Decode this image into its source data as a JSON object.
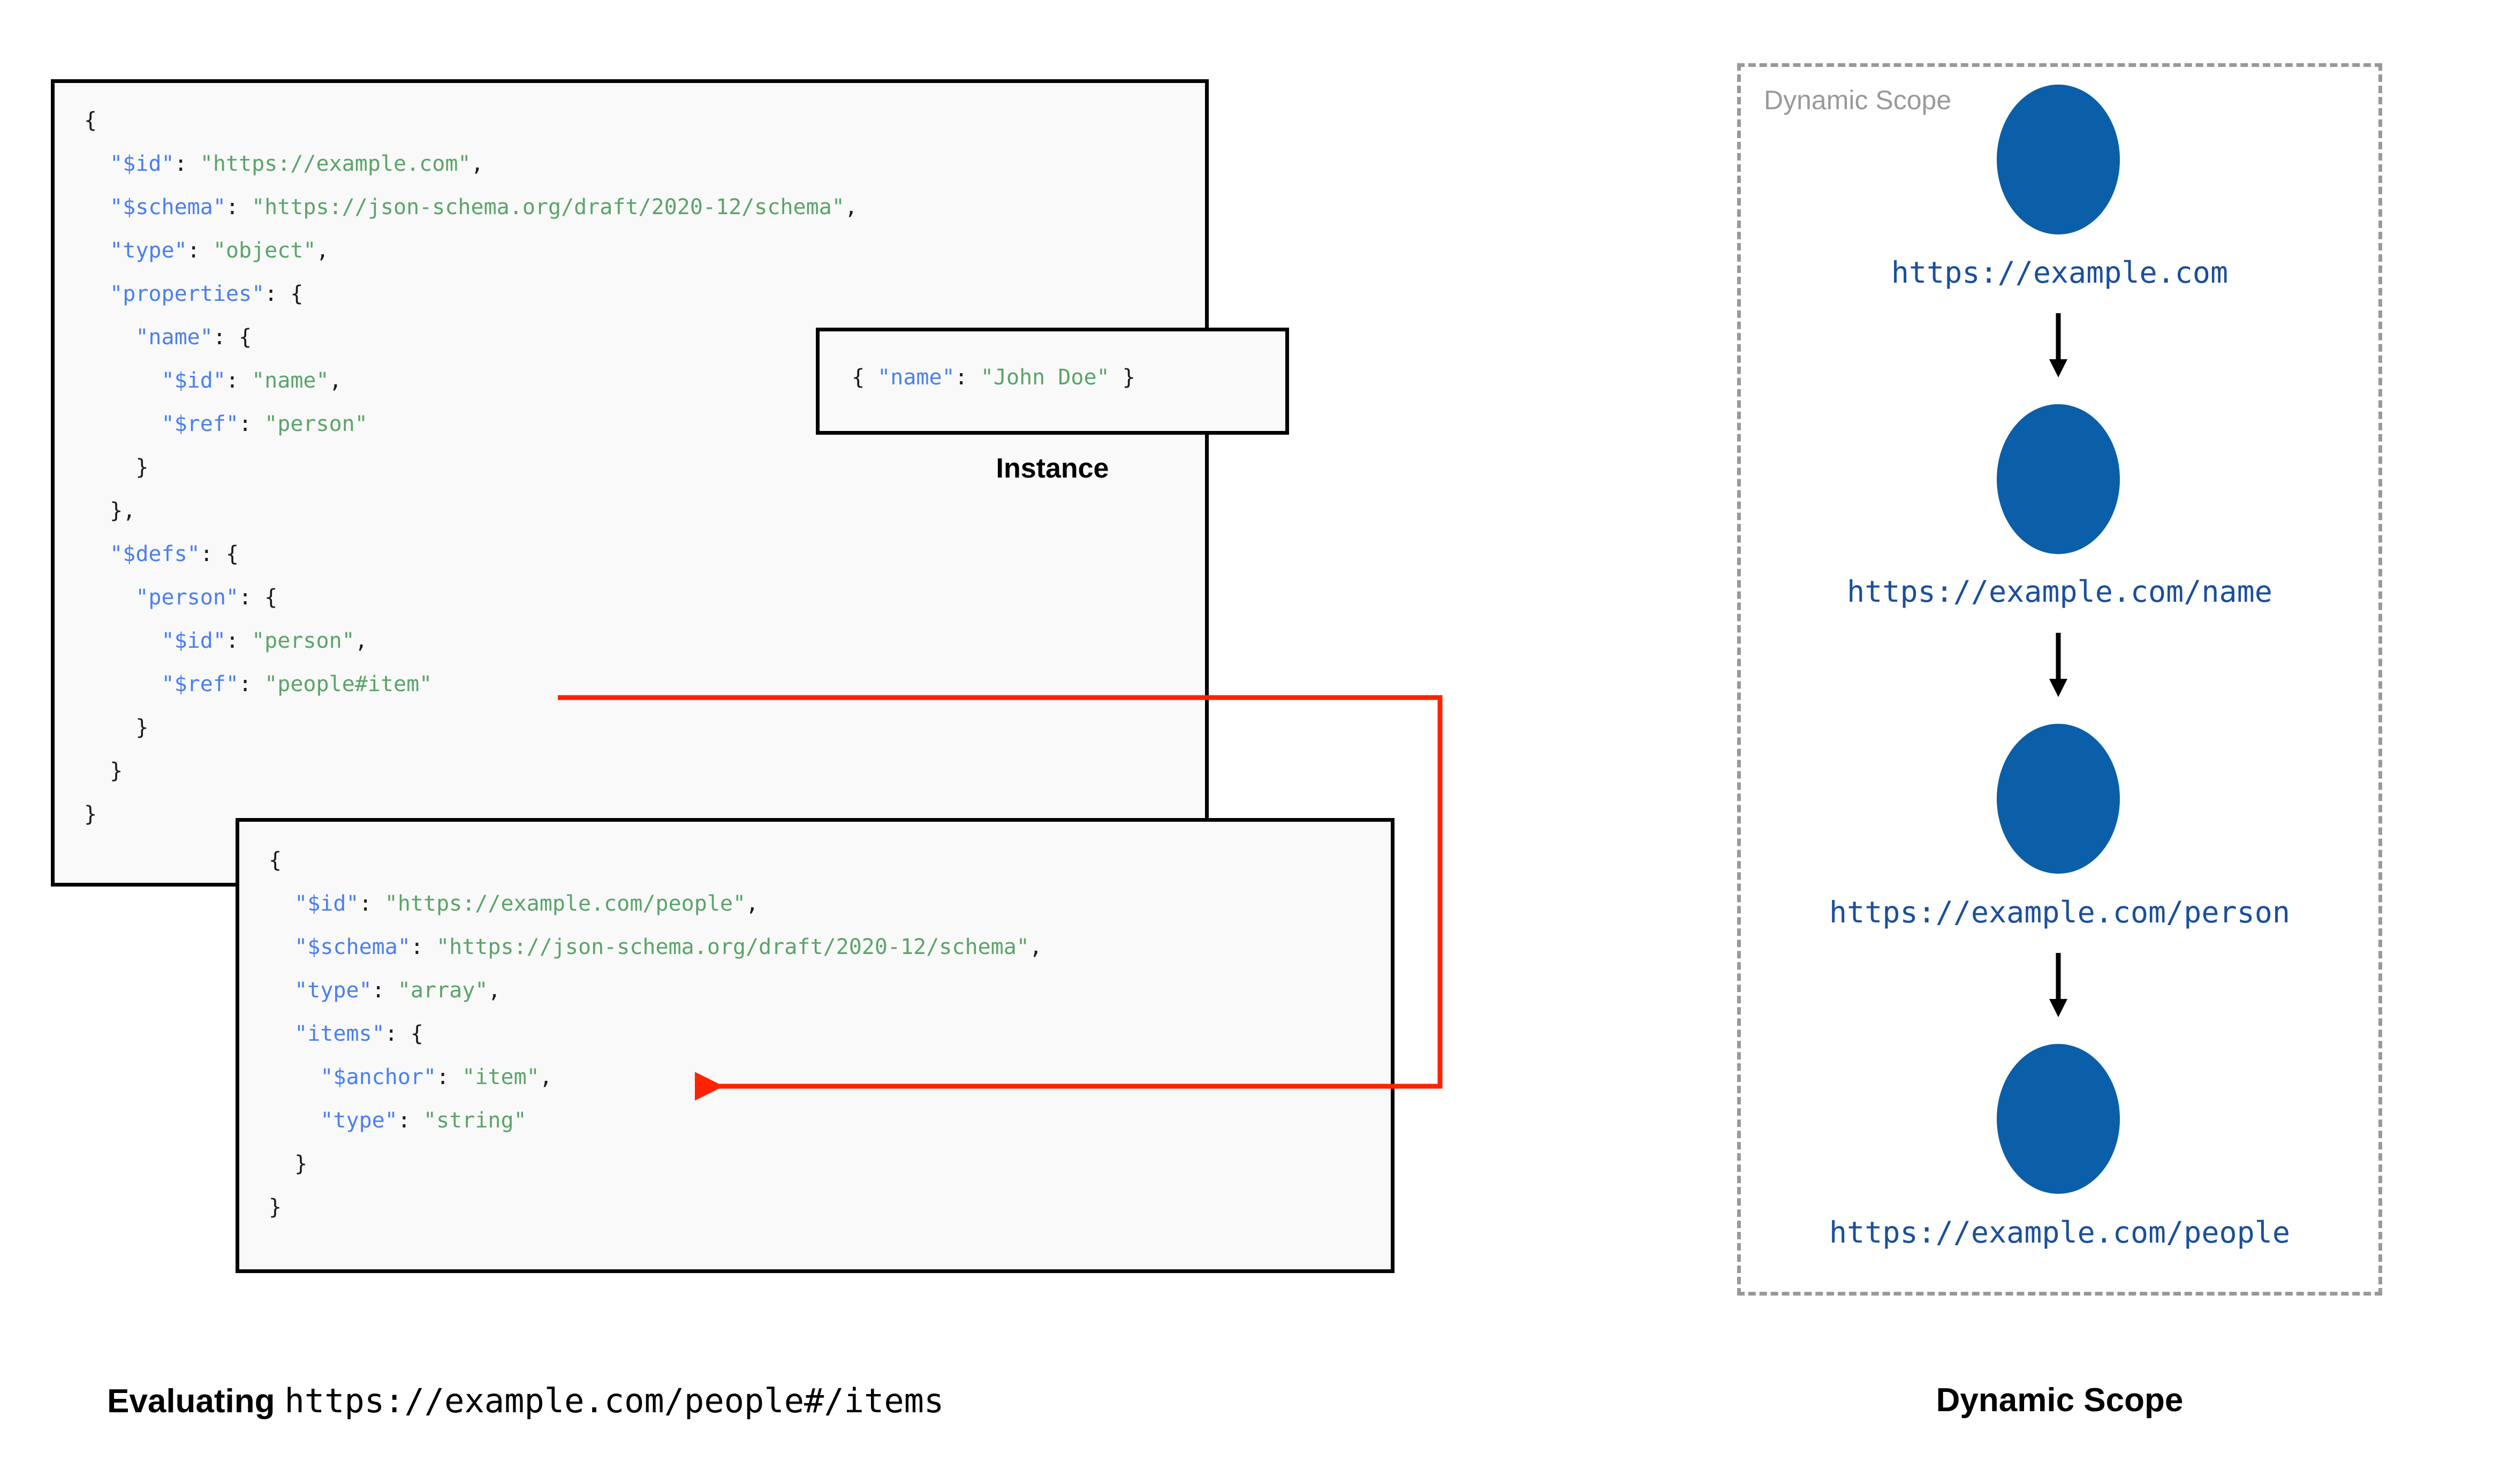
{
  "schema_root": {
    "lines": [
      [
        {
          "t": "{",
          "c": "p"
        }
      ],
      [
        {
          "t": "  ",
          "c": "p"
        },
        {
          "t": "\"$id\"",
          "c": "k"
        },
        {
          "t": ": ",
          "c": "p"
        },
        {
          "t": "\"https://example.com\"",
          "c": "s"
        },
        {
          "t": ",",
          "c": "p"
        }
      ],
      [
        {
          "t": "  ",
          "c": "p"
        },
        {
          "t": "\"$schema\"",
          "c": "k"
        },
        {
          "t": ": ",
          "c": "p"
        },
        {
          "t": "\"https://json-schema.org/draft/2020-12/schema\"",
          "c": "s"
        },
        {
          "t": ",",
          "c": "p"
        }
      ],
      [
        {
          "t": "  ",
          "c": "p"
        },
        {
          "t": "\"type\"",
          "c": "k"
        },
        {
          "t": ": ",
          "c": "p"
        },
        {
          "t": "\"object\"",
          "c": "s"
        },
        {
          "t": ",",
          "c": "p"
        }
      ],
      [
        {
          "t": "  ",
          "c": "p"
        },
        {
          "t": "\"properties\"",
          "c": "k"
        },
        {
          "t": ": {",
          "c": "p"
        }
      ],
      [
        {
          "t": "    ",
          "c": "p"
        },
        {
          "t": "\"name\"",
          "c": "k"
        },
        {
          "t": ": {",
          "c": "p"
        }
      ],
      [
        {
          "t": "      ",
          "c": "p"
        },
        {
          "t": "\"$id\"",
          "c": "k"
        },
        {
          "t": ": ",
          "c": "p"
        },
        {
          "t": "\"name\"",
          "c": "s"
        },
        {
          "t": ",",
          "c": "p"
        }
      ],
      [
        {
          "t": "      ",
          "c": "p"
        },
        {
          "t": "\"$ref\"",
          "c": "k"
        },
        {
          "t": ": ",
          "c": "p"
        },
        {
          "t": "\"person\"",
          "c": "s"
        }
      ],
      [
        {
          "t": "    }",
          "c": "p"
        }
      ],
      [
        {
          "t": "  },",
          "c": "p"
        }
      ],
      [
        {
          "t": "  ",
          "c": "p"
        },
        {
          "t": "\"$defs\"",
          "c": "k"
        },
        {
          "t": ": {",
          "c": "p"
        }
      ],
      [
        {
          "t": "    ",
          "c": "p"
        },
        {
          "t": "\"person\"",
          "c": "k"
        },
        {
          "t": ": {",
          "c": "p"
        }
      ],
      [
        {
          "t": "      ",
          "c": "p"
        },
        {
          "t": "\"$id\"",
          "c": "k"
        },
        {
          "t": ": ",
          "c": "p"
        },
        {
          "t": "\"person\"",
          "c": "s"
        },
        {
          "t": ",",
          "c": "p"
        }
      ],
      [
        {
          "t": "      ",
          "c": "p"
        },
        {
          "t": "\"$ref\"",
          "c": "k"
        },
        {
          "t": ": ",
          "c": "p"
        },
        {
          "t": "\"people#item\"",
          "c": "s"
        }
      ],
      [
        {
          "t": "    }",
          "c": "p"
        }
      ],
      [
        {
          "t": "  }",
          "c": "p"
        }
      ],
      [
        {
          "t": "}",
          "c": "p"
        }
      ]
    ]
  },
  "instance": {
    "caption": "Instance",
    "lines": [
      [
        {
          "t": "{ ",
          "c": "p"
        },
        {
          "t": "\"name\"",
          "c": "k"
        },
        {
          "t": ": ",
          "c": "p"
        },
        {
          "t": "\"John Doe\"",
          "c": "s"
        },
        {
          "t": " }",
          "c": "p"
        }
      ]
    ]
  },
  "people_schema": {
    "lines": [
      [
        {
          "t": "{",
          "c": "p"
        }
      ],
      [
        {
          "t": "  ",
          "c": "p"
        },
        {
          "t": "\"$id\"",
          "c": "k"
        },
        {
          "t": ": ",
          "c": "p"
        },
        {
          "t": "\"https://example.com/people\"",
          "c": "s"
        },
        {
          "t": ",",
          "c": "p"
        }
      ],
      [
        {
          "t": "  ",
          "c": "p"
        },
        {
          "t": "\"$schema\"",
          "c": "k"
        },
        {
          "t": ": ",
          "c": "p"
        },
        {
          "t": "\"https://json-schema.org/draft/2020-12/schema\"",
          "c": "s"
        },
        {
          "t": ",",
          "c": "p"
        }
      ],
      [
        {
          "t": "  ",
          "c": "p"
        },
        {
          "t": "\"type\"",
          "c": "k"
        },
        {
          "t": ": ",
          "c": "p"
        },
        {
          "t": "\"array\"",
          "c": "s"
        },
        {
          "t": ",",
          "c": "p"
        }
      ],
      [
        {
          "t": "  ",
          "c": "p"
        },
        {
          "t": "\"items\"",
          "c": "k"
        },
        {
          "t": ": {",
          "c": "p"
        }
      ],
      [
        {
          "t": "    ",
          "c": "p"
        },
        {
          "t": "\"$anchor\"",
          "c": "k"
        },
        {
          "t": ": ",
          "c": "p"
        },
        {
          "t": "\"item\"",
          "c": "s"
        },
        {
          "t": ",",
          "c": "p"
        }
      ],
      [
        {
          "t": "    ",
          "c": "p"
        },
        {
          "t": "\"type\"",
          "c": "k"
        },
        {
          "t": ": ",
          "c": "p"
        },
        {
          "t": "\"string\"",
          "c": "s"
        }
      ],
      [
        {
          "t": "  }",
          "c": "p"
        }
      ],
      [
        {
          "t": "}",
          "c": "p"
        }
      ]
    ]
  },
  "dynamic_scope": {
    "panel_title": "Dynamic Scope",
    "caption": "Dynamic Scope",
    "node_color": "#0b5ea8",
    "label_color": "#1a4f9c",
    "border_color": "#999999",
    "nodes": [
      {
        "label": "https://example.com"
      },
      {
        "label": "https://example.com/name"
      },
      {
        "label": "https://example.com/person"
      },
      {
        "label": "https://example.com/people"
      }
    ]
  },
  "evaluating_caption": {
    "word": "Evaluating",
    "uri": "https://example.com/people#/items"
  },
  "ref_arrow": {
    "color": "#ff2200",
    "from_label": "\"people#item\"",
    "to_label": "\"$anchor\": \"item\""
  }
}
